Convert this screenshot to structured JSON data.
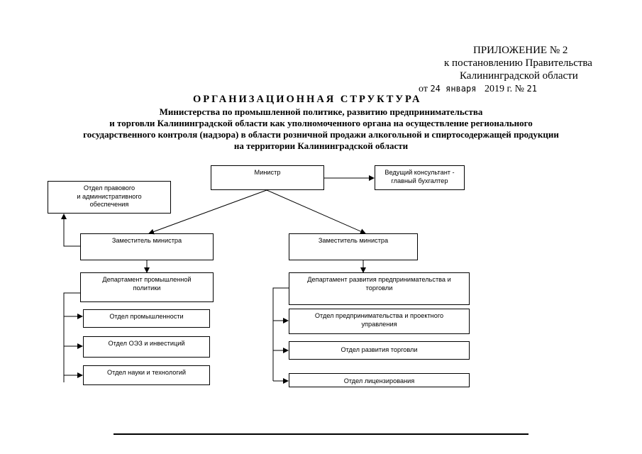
{
  "header": {
    "appendix": "ПРИЛОЖЕНИЕ № 2",
    "line1": "к постановлению Правительства",
    "line2": "Калининградской области",
    "date_prefix": "от",
    "date_day_month": "24 января",
    "date_year": "2019 г.",
    "number_prefix": "№",
    "number": "21"
  },
  "title": "ОРГАНИЗАЦИОННАЯ СТРУКТУРА",
  "subtitle": [
    "Министерства по промышленной политике, развитию предпринимательства",
    "и торговли Калининградской области как уполномоченного органа на осуществление регионального",
    "государственного контроля (надзора) в области розничной продажи алкогольной и спиртосодержащей продукции",
    "на территории Калининградской области"
  ],
  "chart": {
    "minister": "Министр",
    "chief_accountant": "Ведущий консультант -\nглавный бухгалтер",
    "legal_dept": "Отдел правового\nи административного\nобеспечения",
    "deputy_left": "Заместитель министра",
    "deputy_right": "Заместитель министра",
    "dept_industry": "Департамент промышленной\nполитики",
    "dept_business": "Департамент развития предпринимательства и\nторговли",
    "left_units": [
      "Отдел  промышленности",
      "Отдел ОЭЗ и инвестиций",
      "Отдел науки и технологий"
    ],
    "right_units": [
      "Отдел предпринимательства и проектного\nуправления",
      "Отдел развития торговли",
      "Отдел лицензирования"
    ]
  }
}
